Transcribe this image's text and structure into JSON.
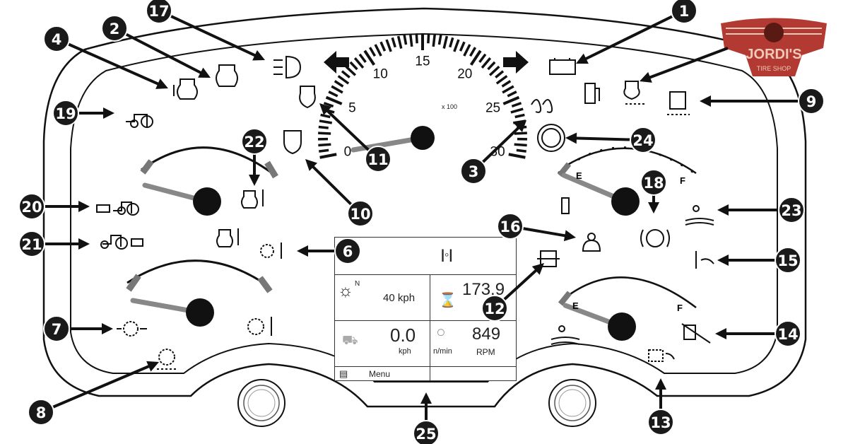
{
  "logo": {
    "text": "JORDI'S",
    "subtext": "TIRE SHOP",
    "color": "#b23a32"
  },
  "tachometer": {
    "tick_labels": [
      "0",
      "5",
      "10",
      "15",
      "20",
      "25",
      "30"
    ],
    "unit": "x 100"
  },
  "gauges": {
    "fuel_empty_label": "E",
    "fuel_full_label": "F",
    "temp_cold_label": "E",
    "temp_hot_label": "F"
  },
  "display": {
    "speed_setting": "40 kph",
    "gear_indicator": "N",
    "hours_value": "173.9",
    "ground_speed_value": "0.0",
    "ground_speed_unit": "kph",
    "engine_unit": "n/min",
    "rpm_value": "849",
    "rpm_unit": "RPM",
    "menu_label": "Menu"
  },
  "callouts": [
    "1",
    "2",
    "3",
    "4",
    "6",
    "7",
    "8",
    "9",
    "10",
    "11",
    "12",
    "13",
    "14",
    "15",
    "16",
    "17",
    "18",
    "19",
    "20",
    "21",
    "22",
    "23",
    "24",
    "25"
  ]
}
